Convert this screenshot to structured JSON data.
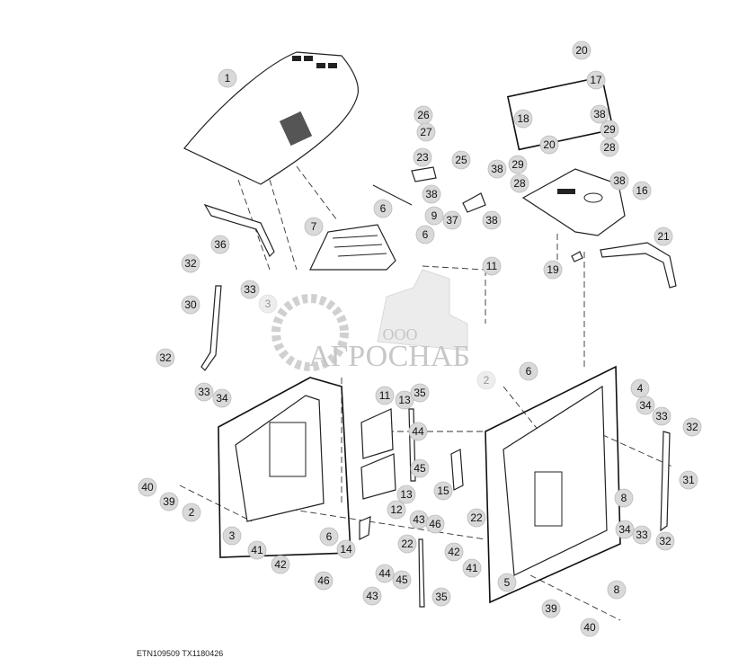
{
  "diagram": {
    "figure_id": "ETN109509  TX1180426",
    "watermark": {
      "prefix": "ООО",
      "name": "АГРОСНАБ"
    },
    "callouts": [
      "1",
      "26",
      "27",
      "25",
      "23",
      "38",
      "38",
      "9",
      "37",
      "38",
      "6",
      "7",
      "6",
      "11",
      "36",
      "20",
      "17",
      "18",
      "38",
      "29",
      "20",
      "28",
      "29",
      "28",
      "38",
      "16",
      "21",
      "19",
      "32",
      "33",
      "3",
      "30",
      "32",
      "33",
      "34",
      "11",
      "13",
      "35",
      "44",
      "45",
      "13",
      "12",
      "43",
      "46",
      "15",
      "22",
      "42",
      "41",
      "6",
      "4",
      "34",
      "33",
      "32",
      "31",
      "8",
      "34",
      "33",
      "32",
      "2",
      "40",
      "39",
      "3",
      "41",
      "42",
      "6",
      "14",
      "22",
      "44",
      "45",
      "46",
      "43",
      "35",
      "5",
      "8",
      "39",
      "40",
      "2"
    ]
  }
}
